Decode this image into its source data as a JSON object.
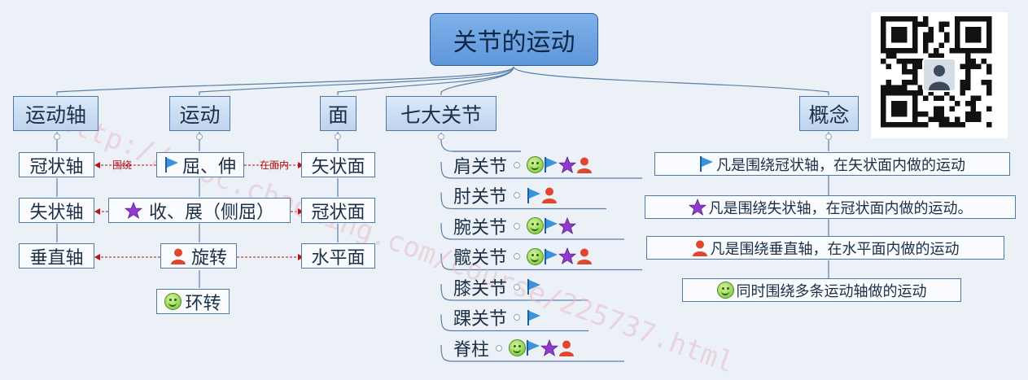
{
  "root": "关节的运动",
  "branches": {
    "axis": "运动轴",
    "motion": "运动",
    "plane": "面",
    "joints": "七大关节",
    "concept": "概念"
  },
  "axes": [
    "冠状轴",
    "失状轴",
    "垂直轴"
  ],
  "motions": [
    "屈、伸",
    "收、展（侧屈）",
    "旋转",
    "环转"
  ],
  "planes": [
    "矢状面",
    "冠状面",
    "水平面"
  ],
  "relation_labels": {
    "around": "围绕",
    "in_plane": "在面内"
  },
  "joints": [
    {
      "name": "肩关节",
      "icons": [
        "smile",
        "flag",
        "star",
        "user"
      ]
    },
    {
      "name": "肘关节",
      "icons": [
        "flag",
        "user"
      ]
    },
    {
      "name": "腕关节",
      "icons": [
        "smile",
        "flag",
        "star"
      ]
    },
    {
      "name": "髋关节",
      "icons": [
        "smile",
        "flag",
        "star",
        "user"
      ]
    },
    {
      "name": "膝关节",
      "icons": [
        "flag"
      ]
    },
    {
      "name": "踝关节",
      "icons": [
        "flag"
      ]
    },
    {
      "name": "脊柱",
      "icons": [
        "smile",
        "flag",
        "star",
        "user"
      ]
    }
  ],
  "concepts": [
    {
      "icon": "flag",
      "text": "凡是围绕冠状轴，在矢状面内做的运动"
    },
    {
      "icon": "star",
      "text": "凡是围绕失状轴，在冠状面内做的运动。"
    },
    {
      "icon": "user",
      "text": "凡是围绕垂直轴，在水平面内做的运动"
    },
    {
      "icon": "smile",
      "text": "同时围绕多条运动轴做的运动"
    }
  ],
  "watermark": "http://mooc.chaoxing.com/course/225737.html",
  "colors": {
    "background": "#ecf1f8",
    "root": "#6ea6e6",
    "relation_arrow": "#c01010",
    "flag": "#3b92dd",
    "star": "#8e3cc9",
    "user": "#e0462e",
    "smile": "#6fc02c"
  }
}
